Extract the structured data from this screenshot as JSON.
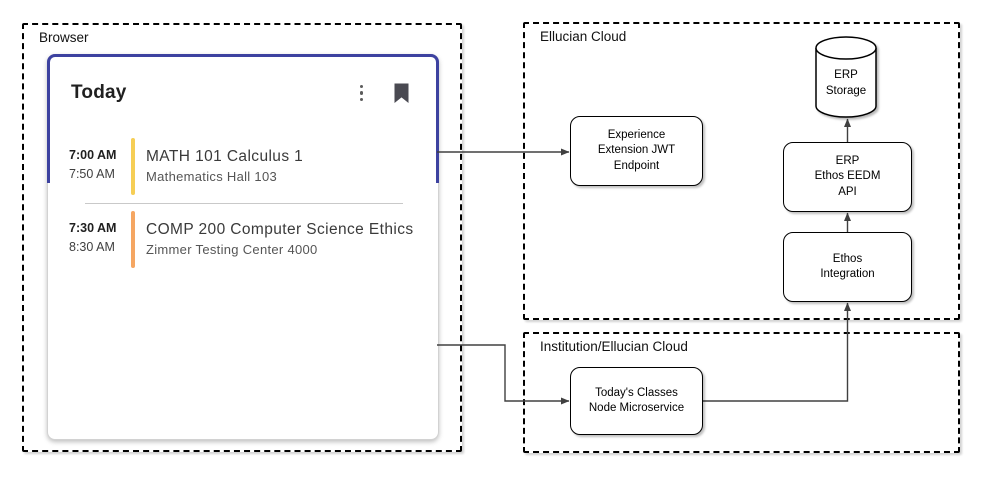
{
  "browser": {
    "label": "Browser",
    "today_card": {
      "title": "Today",
      "accent_border_color": "#3D42A0",
      "icons": {
        "menu": "kebab-menu-icon",
        "bookmark": "bookmark-icon"
      },
      "schedule_items": [
        {
          "start_time": "7:00 AM",
          "end_time": "7:50 AM",
          "course": "MATH 101 Calculus 1",
          "location": "Mathematics Hall 103",
          "bar_color": "#F6CE55"
        },
        {
          "start_time": "7:30 AM",
          "end_time": "8:30 AM",
          "course": "COMP 200 Computer Science Ethics",
          "location": "Zimmer Testing Center 4000",
          "bar_color": "#F5A662"
        }
      ]
    }
  },
  "ellucian_cloud": {
    "label": "Ellucian Cloud",
    "nodes": {
      "jwt_endpoint": "Experience\nExtension JWT\nEndpoint",
      "erp_storage": "ERP\nStorage",
      "erp_eedm_api": "ERP\nEthos EEDM\nAPI",
      "ethos_integration": "Ethos\nIntegration"
    }
  },
  "institution_cloud": {
    "label": "Institution/Ellucian Cloud",
    "nodes": {
      "node_microservice": "Today's Classes\nNode Microservice"
    }
  }
}
